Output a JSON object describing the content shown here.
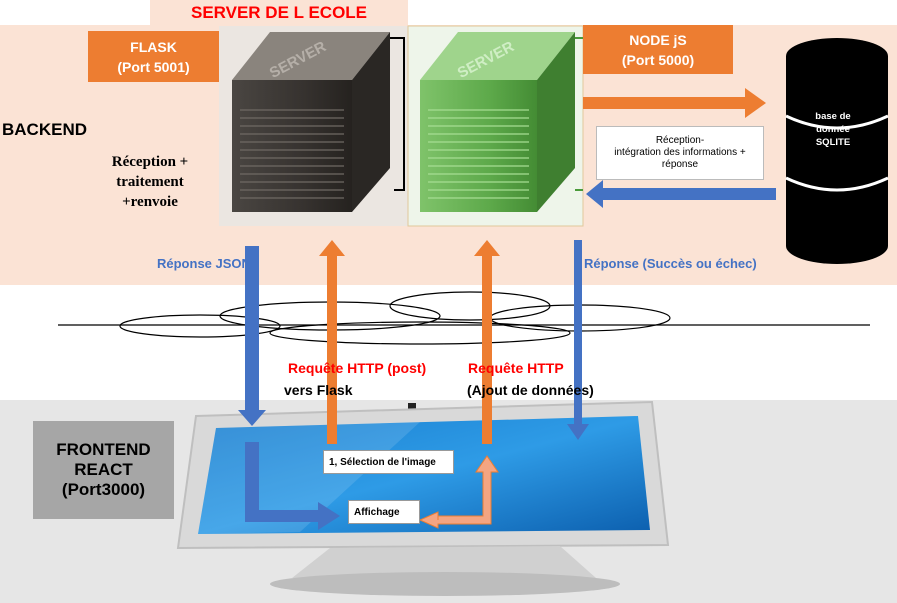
{
  "title": "SERVER DE L ECOLE",
  "flask": {
    "line1": "FLASK",
    "line2": "(Port 5001)"
  },
  "node": {
    "line1": "NODE jS",
    "line2": "(Port 5000)"
  },
  "backend_label": "BACKEND",
  "process": {
    "line1": "Réception +",
    "line2": "traitement",
    "line3": "+renvoie"
  },
  "server_label": "SERVER",
  "database": {
    "line1": "base de",
    "line2": "donnée",
    "line3": "SQLITE"
  },
  "reception": {
    "line1": "Réception-",
    "line2": "intégration  des informations +",
    "line3": "réponse"
  },
  "response_json": "Réponse JSON",
  "response_status": "Réponse (Succès ou échec)",
  "request_flask": {
    "line1": "Requête HTTP (post)",
    "line2": "vers Flask"
  },
  "request_node": {
    "line1": "Requête HTTP",
    "line2": "(Ajout de données)"
  },
  "frontend": {
    "line1": "FRONTEND",
    "line2": "REACT",
    "line3": "(Port3000)"
  },
  "selection": "1, Sélection de l'image",
  "display": "Affichage",
  "colors": {
    "backend_bg": "#fbe3d5",
    "orange": "#ed7d31",
    "blue": "#4472c4",
    "red": "#ff0000",
    "frontend_bg": "#e6e6e6"
  }
}
